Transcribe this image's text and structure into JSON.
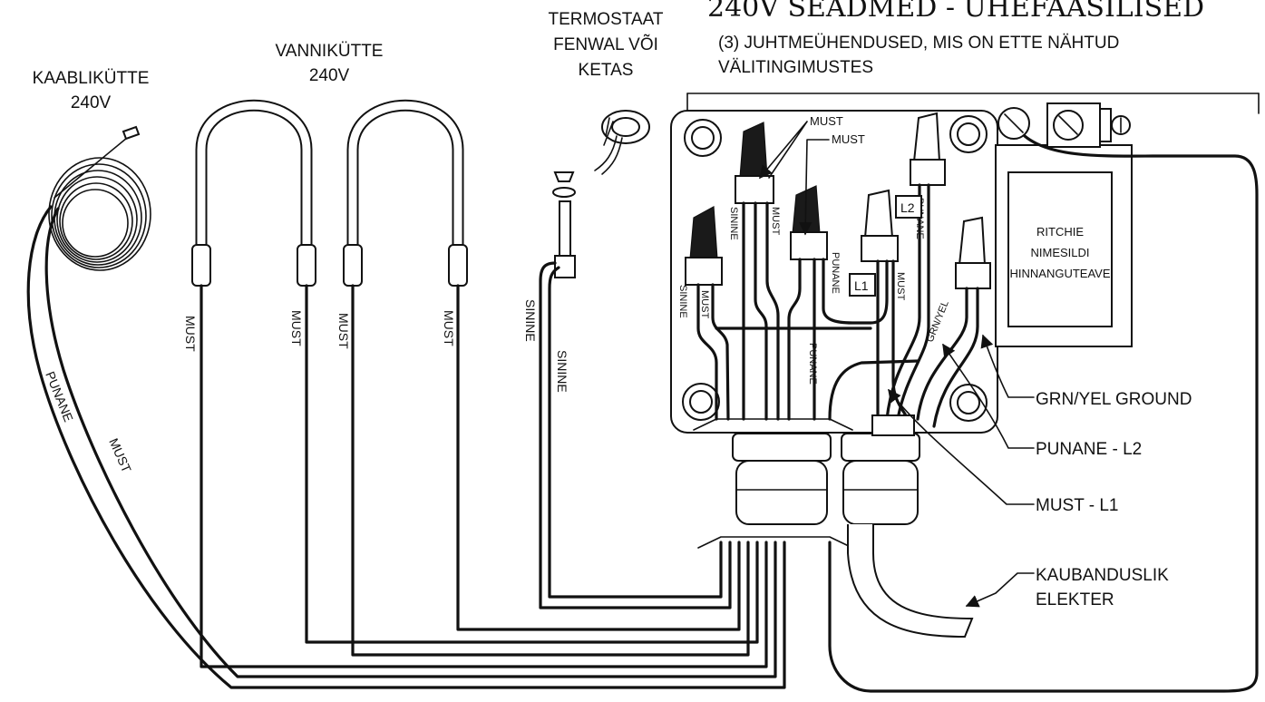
{
  "title": "240V SEADMED - ÜHEFAASILISED",
  "subtitle_line1": "(3) JUHTMEÜHENDUSED, MIS ON ETTE NÄHTUD",
  "subtitle_line2": "VÄLITINGIMUSTES",
  "components": {
    "cable_heater": {
      "line1": "KAABLIKÜTTE",
      "line2": "240V"
    },
    "tub_heater": {
      "line1": "VANNIKÜTTE",
      "line2": "240V"
    },
    "thermostat": {
      "line1": "TERMOSTAAT",
      "line2": "FENWAL VÕI",
      "line3": "KETAS"
    },
    "nameplate": {
      "line1": "RITCHIE",
      "line2": "NIMESILDI",
      "line3": "HINNANGUTEAVE"
    }
  },
  "wire_labels": {
    "must": "MUST",
    "punane": "PUNANE",
    "sinine": "SININE",
    "grn_yel": "GRN/YEL",
    "l1": "L1",
    "l2": "L2"
  },
  "callouts": {
    "ground": "GRN/YEL GROUND",
    "l2": "PUNANE - L2",
    "l1": "MUST - L1",
    "power_line1": "KAUBANDUSLIK",
    "power_line2": "ELEKTER"
  }
}
